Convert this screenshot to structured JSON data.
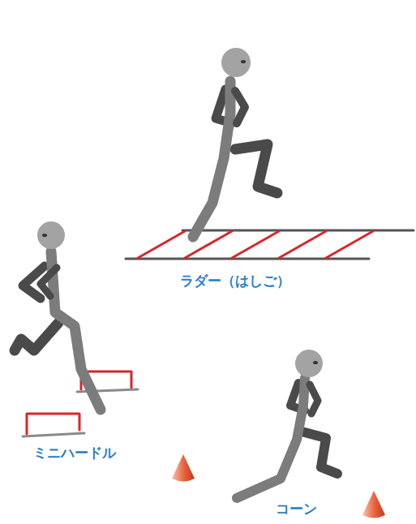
{
  "diagram": {
    "labels": [
      "ラダー（はしご）",
      "ミニハードル",
      "コーン"
    ]
  }
}
